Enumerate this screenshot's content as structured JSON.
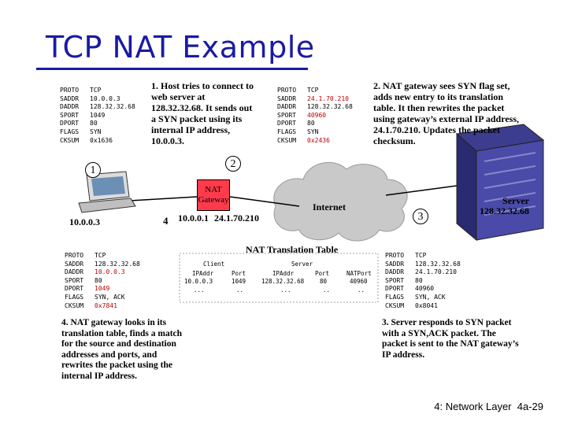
{
  "title": "TCP NAT Example",
  "packet_fields": [
    "PROTO",
    "SADDR",
    "DADDR",
    "SPORT",
    "DPORT",
    "FLAGS",
    "CKSUM"
  ],
  "packet1": {
    "values": [
      "TCP",
      "10.0.0.3",
      "128.32.32.68",
      "1049",
      "80",
      "SYN",
      "0x1636"
    ]
  },
  "packet2": {
    "values": [
      "TCP",
      "24.1.70.210",
      "128.32.32.68",
      "40960",
      "80",
      "SYN",
      "0x2436"
    ]
  },
  "packet3": {
    "values": [
      "TCP",
      "128.32.32.68",
      "24.1.70.210",
      "80",
      "40960",
      "SYN, ACK",
      "0x8041"
    ]
  },
  "packet4": {
    "values": [
      "TCP",
      "128.32.32.68",
      "10.0.0.3",
      "80",
      "1049",
      "SYN, ACK",
      "0x7841"
    ]
  },
  "notes": {
    "step1": "1. Host tries to connect to web server at 128.32.32.68. It sends out a SYN packet using its internal IP address, 10.0.0.3.",
    "step2": "2. NAT gateway sees SYN flag set, adds new entry to its translation table. It then rewrites the packet using gateway’s external IP address, 24.1.70.210. Updates the packet checksum.",
    "step3": "3. Server responds to SYN packet with a SYN,ACK packet. The packet is sent to the NAT gateway’s IP address.",
    "step4": "4. NAT gateway looks in its translation table, finds a match for the source and destination addresses and ports, and rewrites the packet using the internal IP address."
  },
  "badges": {
    "b1": "1",
    "b2": "2",
    "b3": "3",
    "b4": "4"
  },
  "labels": {
    "nat": "NAT Gateway",
    "internet": "Internet",
    "server": "Server 128.32.32.68",
    "host": "10.0.0.3",
    "nat_internal": "10.0.0.1",
    "nat_external": "24.1.70.210"
  },
  "table": {
    "title": "NAT Translation Table",
    "group_client": "Client",
    "group_server": "Server",
    "headers": [
      "IPAddr",
      "Port",
      "IPAddr",
      "Port",
      "NATPort"
    ],
    "row1": [
      "10.0.0.3",
      "1049",
      "128.32.32.68",
      "80",
      "40960"
    ],
    "row2": [
      "...",
      "..",
      "...",
      "..",
      ".."
    ]
  },
  "footer": {
    "text": "4: Network Layer",
    "page": "4a-29"
  }
}
